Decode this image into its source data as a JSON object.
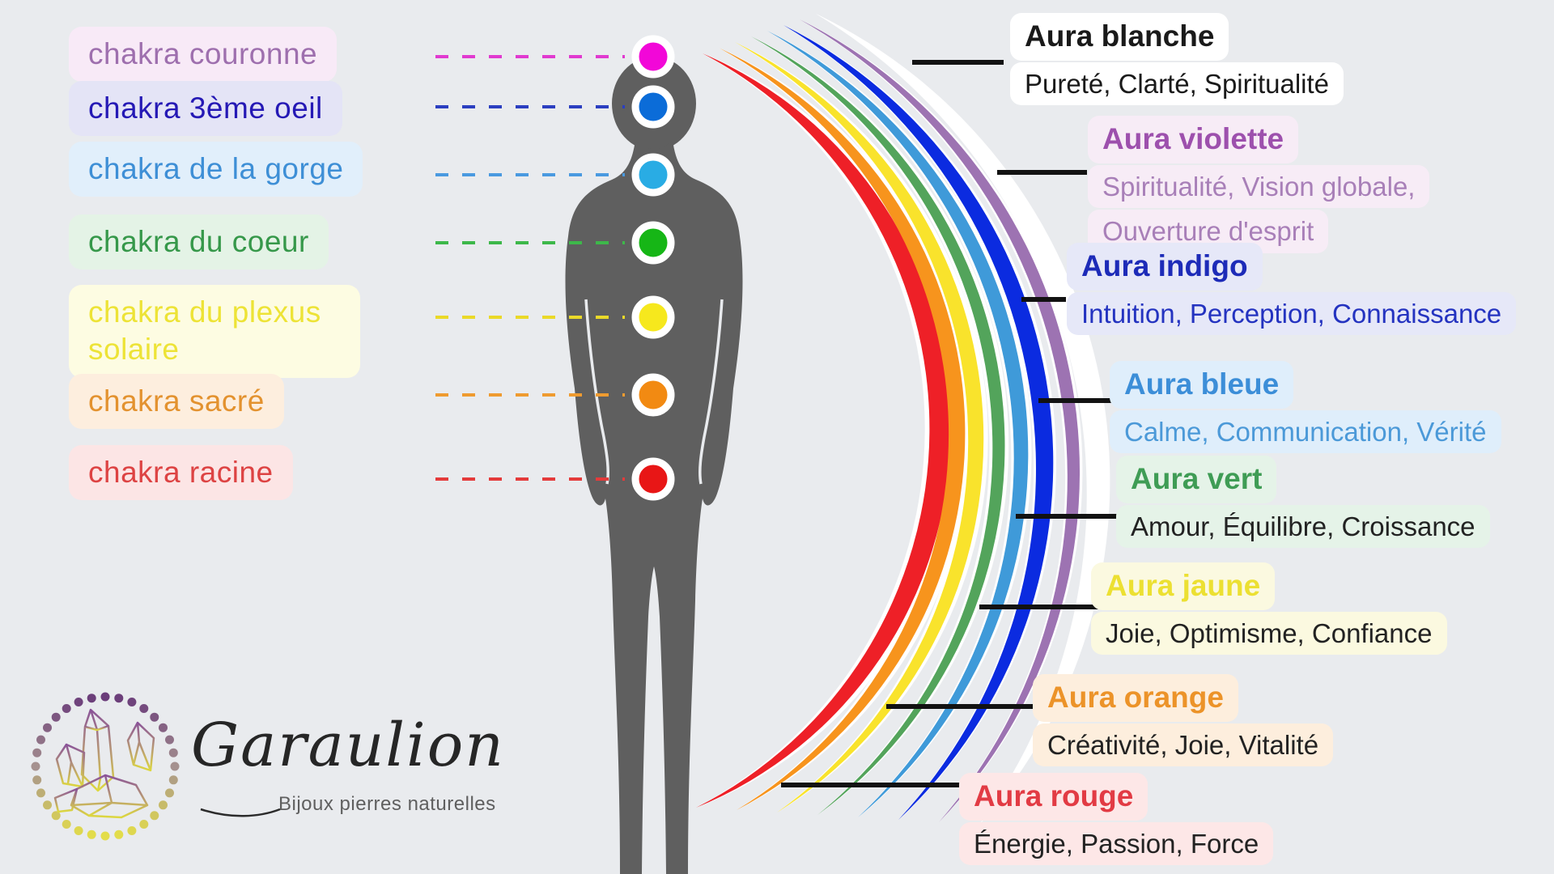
{
  "background": "#e9ebee",
  "body_color": "#5f5f5f",
  "connector_color": "#121212",
  "chakras": [
    {
      "label": "chakra couronne",
      "text_color": "#9e6fae",
      "pill_bg": "#f8eaf7",
      "dot_color": "#f207d8",
      "dash_color": "#e13ad0"
    },
    {
      "label": "chakra 3ème oeil",
      "text_color": "#2519b5",
      "pill_bg": "#e4e4f6",
      "dot_color": "#0b6cd8",
      "dash_color": "#2b3fc0"
    },
    {
      "label": "chakra de la gorge",
      "text_color": "#3e8fd6",
      "pill_bg": "#e1effb",
      "dot_color": "#29ace4",
      "dash_color": "#4a9ae0"
    },
    {
      "label": "chakra du coeur",
      "text_color": "#36984a",
      "pill_bg": "#e4f3e6",
      "dot_color": "#16b616",
      "dash_color": "#3db84a"
    },
    {
      "label": "chakra du plexus solaire",
      "text_color": "#ede336",
      "pill_bg": "#fdfce2",
      "dot_color": "#f6e81d",
      "dash_color": "#ead929"
    },
    {
      "label": "chakra sacré",
      "text_color": "#e3922f",
      "pill_bg": "#fdeede",
      "dot_color": "#f28a12",
      "dash_color": "#ef9b30"
    },
    {
      "label": "chakra racine",
      "text_color": "#dd4343",
      "pill_bg": "#fce5e5",
      "dot_color": "#e81616",
      "dash_color": "#e43b3b"
    }
  ],
  "auras": [
    {
      "title": "Aura blanche",
      "desc_lines": [
        "Pureté, Clarté, Spiritualité"
      ],
      "title_color": "#1a1a1a",
      "desc_color": "#1a1a1a",
      "pill_bg": "#ffffff",
      "band_color": "#ffffff"
    },
    {
      "title": "Aura violette",
      "desc_lines": [
        "Spiritualité, Vision globale,",
        "Ouverture d'esprit"
      ],
      "title_color": "#9d50ad",
      "desc_color": "#a87fb8",
      "pill_bg": "#f7ecf6",
      "band_color": "#9d73b2"
    },
    {
      "title": "Aura indigo",
      "desc_lines": [
        "Intuition, Perception, Connaissance"
      ],
      "title_color": "#1d2bb8",
      "desc_color": "#2433c0",
      "pill_bg": "#e6e8f8",
      "band_color": "#0b2be0"
    },
    {
      "title": "Aura bleue",
      "desc_lines": [
        "Calme, Communication, Vérité"
      ],
      "title_color": "#3c8ed8",
      "desc_color": "#4b99d8",
      "pill_bg": "#dfeefb",
      "band_color": "#3f9ad9"
    },
    {
      "title": "Aura vert",
      "desc_lines": [
        "Amour, Équilibre, Croissance"
      ],
      "title_color": "#3f9c55",
      "desc_color": "#222222",
      "pill_bg": "#e5f3e8",
      "band_color": "#53a45b"
    },
    {
      "title": "Aura jaune",
      "desc_lines": [
        "Joie, Optimisme, Confiance"
      ],
      "title_color": "#ece032",
      "desc_color": "#222222",
      "pill_bg": "#fbf9e0",
      "band_color": "#f9e32c"
    },
    {
      "title": "Aura orange",
      "desc_lines": [
        "Créativité, Joie, Vitalité"
      ],
      "title_color": "#ec9329",
      "desc_color": "#222222",
      "pill_bg": "#fdeedd",
      "band_color": "#f7941d"
    },
    {
      "title": "Aura rouge",
      "desc_lines": [
        "Énergie, Passion, Force"
      ],
      "title_color": "#e23b44",
      "desc_color": "#222222",
      "pill_bg": "#fde7e7",
      "band_color": "#ee2027"
    }
  ],
  "rainbow_order_inner_to_outer": [
    "rouge",
    "orange",
    "jaune",
    "vert",
    "bleue",
    "indigo",
    "violette",
    "blanche"
  ],
  "logo": {
    "brand": "Garaulion",
    "tagline": "Bijoux pierres naturelles",
    "dot_color_top": "#6b3d7a",
    "dot_color_mid": "#a5918f",
    "dot_color_bottom": "#e3dd4a",
    "crystal_gradient_top": "#8a5399",
    "crystal_gradient_bottom": "#ddd83f"
  }
}
